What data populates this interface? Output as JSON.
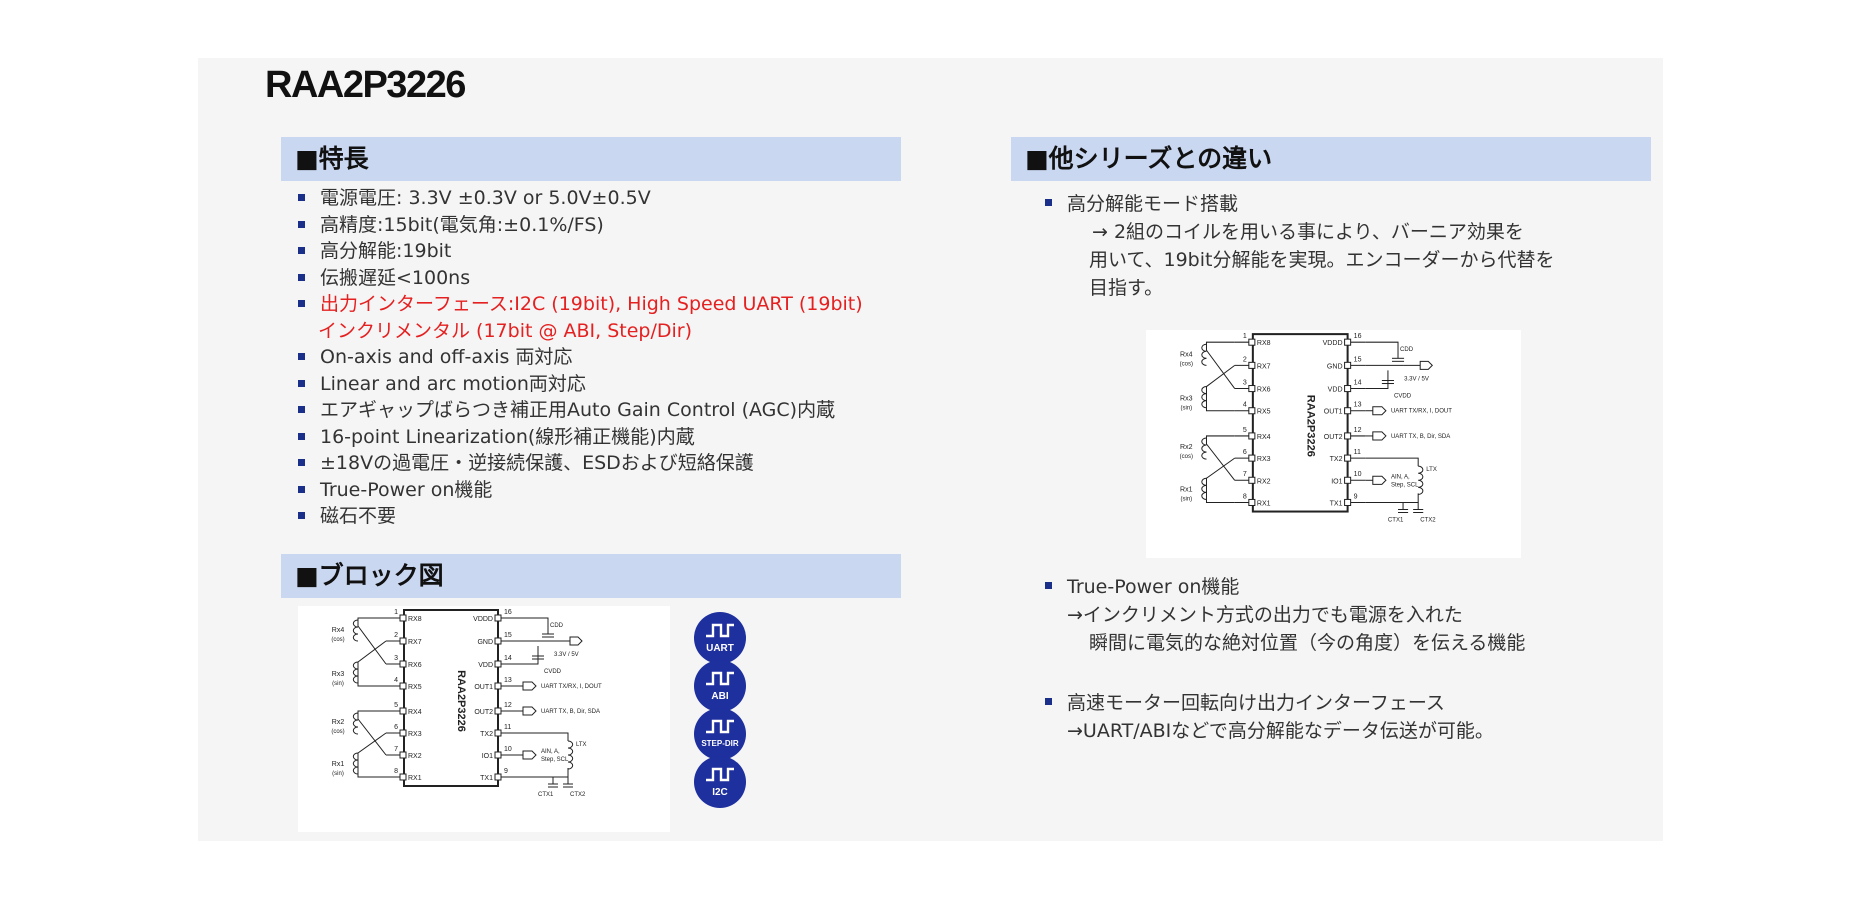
{
  "title": "RAA2P3226",
  "features": {
    "heading": "■特長",
    "items": [
      {
        "text": "電源電圧: 3.3V ±0.3V or 5.0V±0.5V"
      },
      {
        "text": "高精度:15bit(電気角:±0.1%/FS)"
      },
      {
        "text": "高分解能:19bit"
      },
      {
        "text": "伝搬遅延<100ns"
      },
      {
        "text": "出力インターフェース:I2C (19bit), High Speed UART (19bit)",
        "continuation": "インクリメンタル (17bit @ ABI, Step/Dir)"
      },
      {
        "text": "On-axis and off-axis 両対応"
      },
      {
        "text": "Linear and arc motion両対応"
      },
      {
        "text": "エアギャップばらつき補正用Auto Gain Control (AGC)内蔵"
      },
      {
        "text": "16-point Linearization(線形補正機能)内蔵"
      },
      {
        "text": "±18Vの過電圧・逆接続保護、ESDおよび短絡保護"
      },
      {
        "text": "True-Power on機能"
      },
      {
        "text": "磁石不要"
      }
    ],
    "highlight_color": "#e52020"
  },
  "block": {
    "heading": "■ブロック図",
    "badges": [
      "UART",
      "ABI",
      "STEP-DIR",
      "I2C"
    ]
  },
  "diagram": {
    "chip_name": "RAA2P3226",
    "left_pins": [
      {
        "num": "1",
        "name": "RX8"
      },
      {
        "num": "2",
        "name": "RX7"
      },
      {
        "num": "3",
        "name": "RX6"
      },
      {
        "num": "4",
        "name": "RX5"
      },
      {
        "num": "5",
        "name": "RX4"
      },
      {
        "num": "6",
        "name": "RX3"
      },
      {
        "num": "7",
        "name": "RX2"
      },
      {
        "num": "8",
        "name": "RX1"
      }
    ],
    "right_pins": [
      {
        "num": "16",
        "name": "VDDD"
      },
      {
        "num": "15",
        "name": "GND"
      },
      {
        "num": "14",
        "name": "VDD"
      },
      {
        "num": "13",
        "name": "OUT1"
      },
      {
        "num": "12",
        "name": "OUT2"
      },
      {
        "num": "11",
        "name": "TX2"
      },
      {
        "num": "10",
        "name": "IO1"
      },
      {
        "num": "9",
        "name": "TX1"
      }
    ],
    "coils": [
      {
        "l1": "Rx4",
        "l2": "(cos)"
      },
      {
        "l1": "Rx3",
        "l2": "(sin)"
      },
      {
        "l1": "Rx2",
        "l2": "(cos)"
      },
      {
        "l1": "Rx1",
        "l2": "(sin)"
      }
    ],
    "labels": {
      "cdd": "CDD",
      "cvdd": "CVDD",
      "supply": "3.3V / 5V",
      "out1": "UART TX/RX, I, DOUT",
      "out2": "UART TX, B, Dir, SDA",
      "io1_a": "AIN, A,",
      "io1_b": "Step, SCL",
      "ltx": "LTX",
      "ctx1": "CTX1",
      "ctx2": "CTX2"
    }
  },
  "differences": {
    "heading": "■他シリーズとの違い",
    "items": [
      {
        "lines": [
          "高分解能モード搭載",
          "→ 2組のコイルを用いる事により、バーニア効果を",
          "用いて、19bit分解能を実現。エンコーダーから代替を",
          "目指す。"
        ]
      },
      {
        "lines": [
          "True-Power on機能",
          "→インクリメント方式の出力でも電源を入れた",
          "瞬間に電気的な絶対位置（今の角度）を伝える機能"
        ]
      },
      {
        "lines": [
          "高速モーター回転向け出力インターフェース",
          "→UART/ABIなどで高分解能なデータ伝送が可能。"
        ]
      }
    ]
  }
}
